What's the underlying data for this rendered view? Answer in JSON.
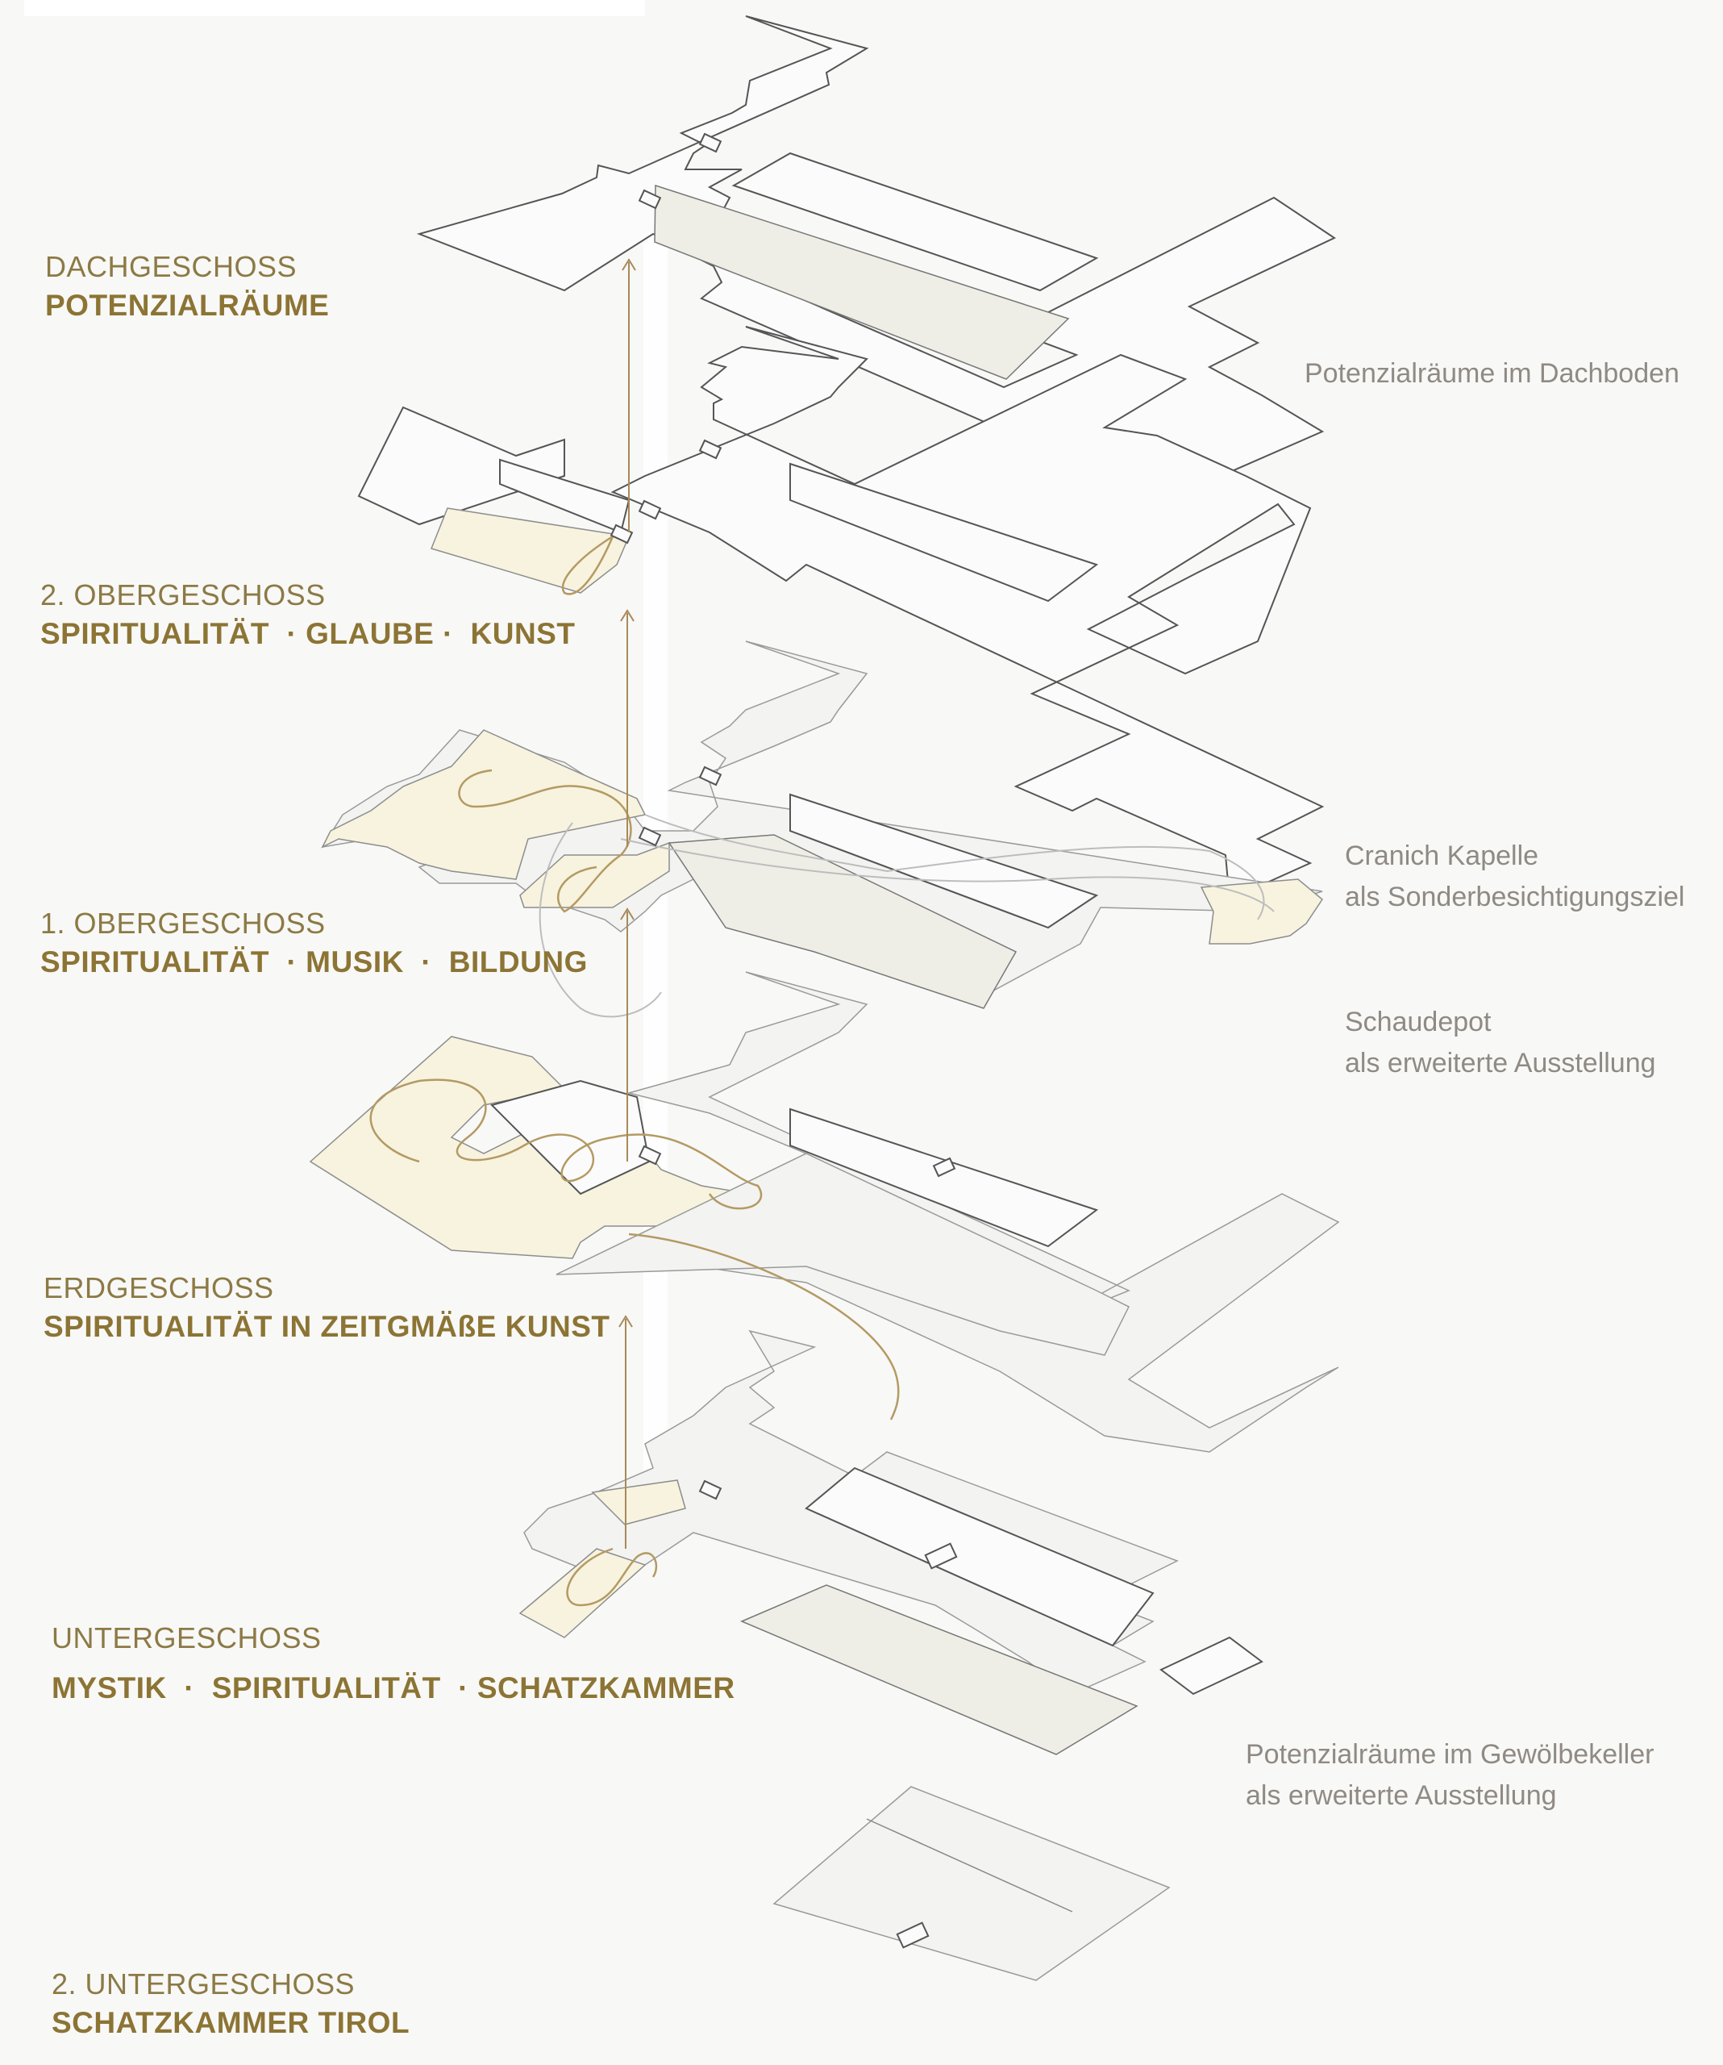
{
  "floors": [
    {
      "level": "DACHGESCHOSS",
      "theme": "POTENZIALRÄUME"
    },
    {
      "level": "2. OBERGESCHOSS",
      "theme": "SPIRITUALITÄT  · GLAUBE ·  KUNST"
    },
    {
      "level": "1. OBERGESCHOSS",
      "theme": "SPIRITUALITÄT  · MUSIK  ·  BILDUNG"
    },
    {
      "level": "ERDGESCHOSS",
      "theme": "SPIRITUALITÄT IN ZEITGMÄßE KUNST"
    },
    {
      "level": "UNTERGESCHOSS",
      "theme": "MYSTIK  ·  SPIRITUALITÄT  · SCHATZKAMMER"
    },
    {
      "level": "2. UNTERGESCHOSS",
      "theme": "SCHATZKAMMER TIROL"
    }
  ],
  "annotations": {
    "dachboden": "Potenzialräume im Dachboden",
    "kapelle_line1": "Cranich Kapelle",
    "kapelle_line2": "als Sonderbesichtigungsziel",
    "schaudepot_line1": "Schaudepot",
    "schaudepot_line2": "als erweiterte Ausstellung",
    "keller_line1": "Potenzialräume im Gewölbekeller",
    "keller_line2": "als erweiterte Ausstellung"
  },
  "colors": {
    "accent": "#8c7434",
    "annotation": "#8f8a83",
    "background": "#f8f8f7",
    "highlight": "#f7f3df"
  }
}
